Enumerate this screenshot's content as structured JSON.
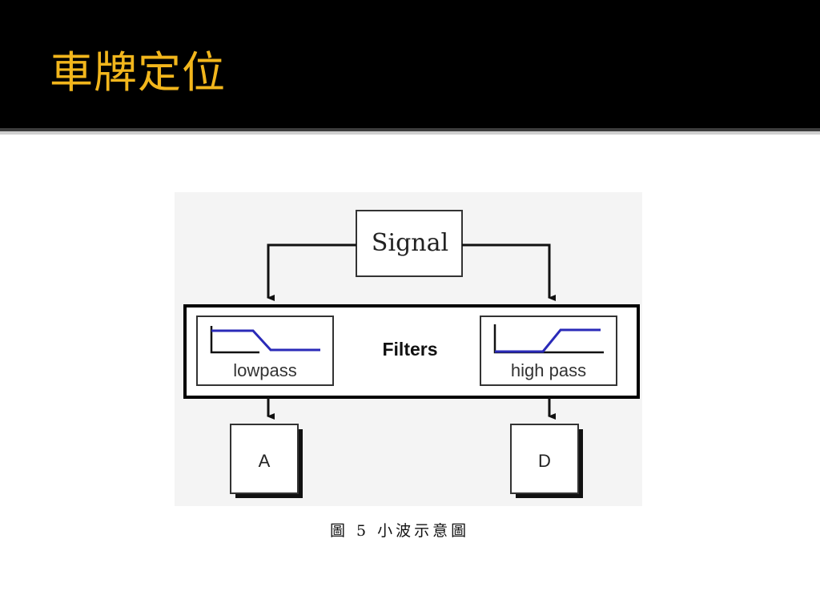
{
  "slide": {
    "title": "車牌定位",
    "caption": "圖 5  小波示意圖"
  },
  "diagram": {
    "signal_label": "Signal",
    "filters_label": "Filters",
    "lowpass_label": "lowpass",
    "highpass_label": "high pass",
    "output_a_label": "A",
    "output_d_label": "D"
  },
  "colors": {
    "title_text": "#f2b61c",
    "title_bar": "#000000",
    "filter_curve": "#2a2ab8"
  }
}
